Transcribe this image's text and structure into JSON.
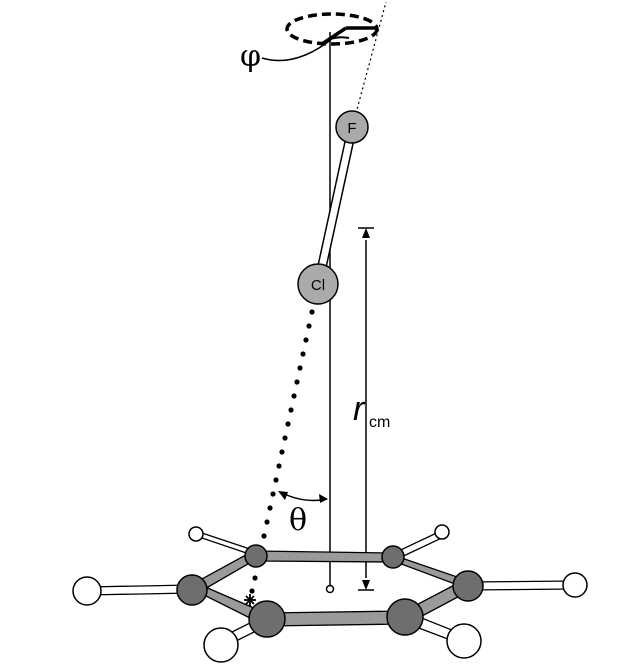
{
  "labels": {
    "phi": "φ",
    "theta": "θ",
    "fluorine": "F",
    "chlorine": "Cl",
    "rcm_main": "r",
    "rcm_sub": "cm"
  },
  "colors": {
    "line": "#000000",
    "halogen_fill": "#aaaaaa",
    "carbon_fill": "#6e6e6e",
    "hydrogen_fill": "#ffffff",
    "bond_fill": "#9a9a9a"
  }
}
